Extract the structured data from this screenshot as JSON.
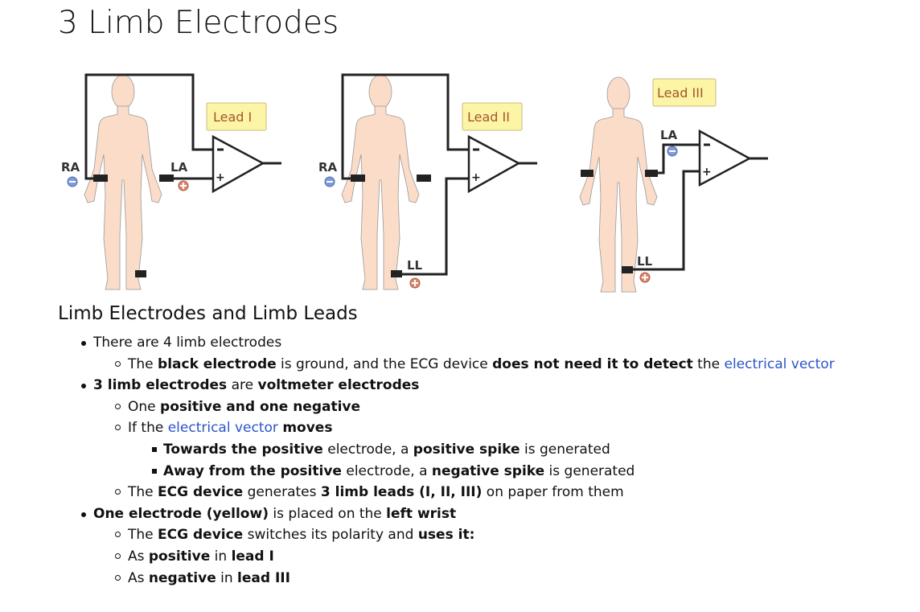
{
  "title": "3 Limb Electrodes",
  "figures": [
    {
      "lead": "Lead I",
      "labels": [
        "RA",
        "LA"
      ]
    },
    {
      "lead": "Lead II",
      "labels": [
        "RA",
        "LL"
      ]
    },
    {
      "lead": "Lead III",
      "labels": [
        "LA",
        "LL"
      ]
    }
  ],
  "colors": {
    "skin": "#fbdcc8",
    "lead_box": "#fdf5a6",
    "link": "#2a55c9",
    "positive": "#b5553a",
    "negative": "#4a6fb5"
  },
  "section_title": "Limb Electrodes and Limb Leads",
  "list": {
    "a": "There are 4 limb electrodes",
    "a1": [
      "The ",
      "black electrode",
      " is ground, and the ECG device ",
      "does not need it to detect",
      " the ",
      "electrical vector"
    ],
    "b": [
      "3 limb electrodes",
      " are ",
      "voltmeter electrodes"
    ],
    "b1": [
      "One ",
      "positive and one negative"
    ],
    "b2": [
      "If the ",
      "electrical vector",
      " ",
      "moves"
    ],
    "b2a": [
      "Towards the positive",
      " electrode, a ",
      "positive spike",
      " is generated"
    ],
    "b2b": [
      "Away from the positive",
      " electrode, a ",
      "negative spike",
      " is generated"
    ],
    "b3": [
      "The ",
      "ECG device",
      " generates ",
      "3 limb leads (I, II, III)",
      " on paper from them"
    ],
    "c": [
      "One electrode (yellow)",
      " is placed on the ",
      "left wrist"
    ],
    "c1": [
      "The ",
      "ECG device",
      " switches its polarity and ",
      "uses it:"
    ],
    "c2": [
      "As ",
      "positive",
      " in ",
      "lead I"
    ],
    "c3": [
      "As ",
      "negative",
      " in ",
      "lead III"
    ]
  }
}
